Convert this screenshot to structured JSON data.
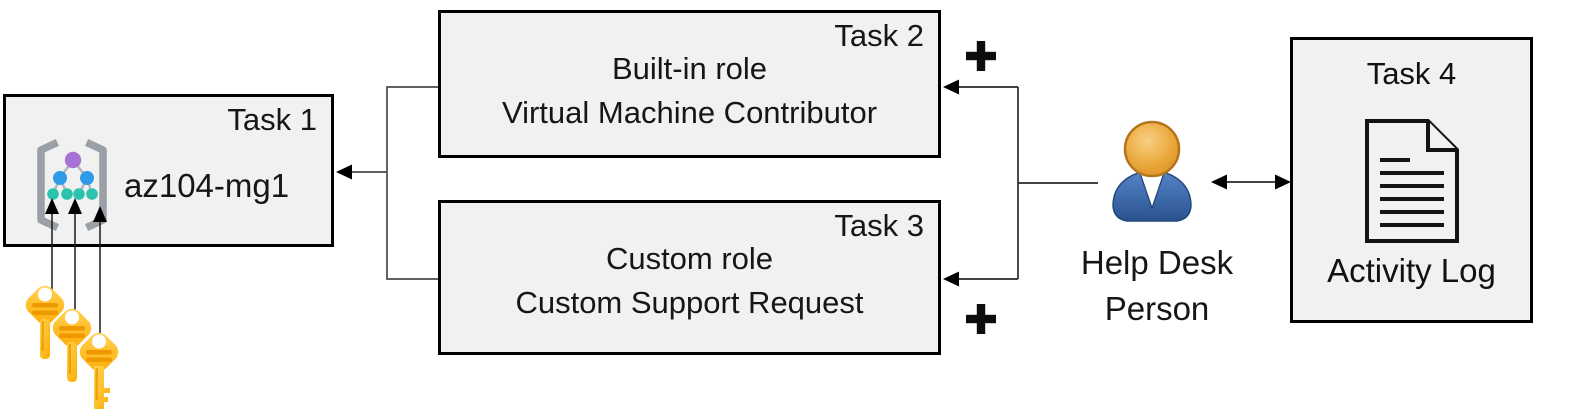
{
  "diagram": {
    "title": "AZ-104 role assignment lab diagram",
    "colors": {
      "background": "#ffffff",
      "box_fill": "#f1f1f1",
      "box_border": "#000000",
      "connector": "#4a4a4a",
      "arrowhead": "#000000",
      "key_yellow_light": "#ffd65a",
      "key_yellow_dark": "#ffaa00",
      "key_stripe": "#ef9800",
      "mg_bracket_gray": "#9aa0a6",
      "mg_node_purple": "#a873d6",
      "mg_node_blue": "#2e9be8",
      "mg_node_teal": "#2cc3ae",
      "person_body_blue": "#3a6fb5",
      "person_head_orange": "#e9a83c",
      "doc_ink": "#141414"
    },
    "task1": {
      "label": "Task 1",
      "resource_name": "az104-mg1",
      "icon": "management-group-icon"
    },
    "task2": {
      "label": "Task 2",
      "line1": "Built-in role",
      "line2": "Virtual Machine Contributor"
    },
    "task3": {
      "label": "Task 3",
      "line1": "Custom role",
      "line2": "Custom Support Request"
    },
    "task4": {
      "label": "Task 4",
      "caption": "Activity Log",
      "icon": "document-icon"
    },
    "actor": {
      "label_line1": "Help Desk",
      "label_line2": "Person",
      "icon": "person-icon"
    },
    "keys": {
      "icon": "key-icon",
      "count": 3
    },
    "plus_top": {
      "icon": "plus-icon",
      "glyph": "+"
    },
    "plus_bottom": {
      "icon": "plus-icon",
      "glyph": "+"
    }
  }
}
